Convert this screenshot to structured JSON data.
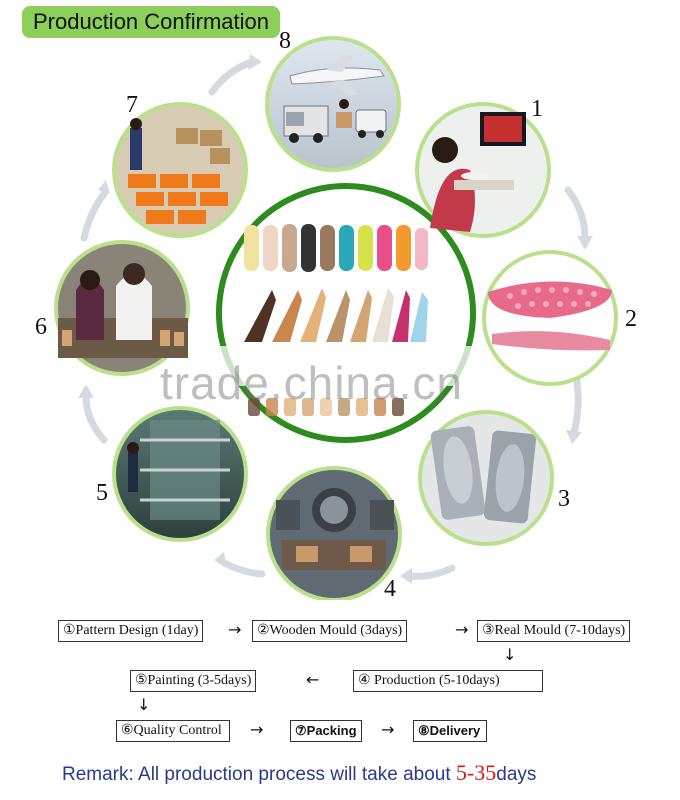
{
  "title": "Production Confirmation",
  "watermark": "trade.china.cn",
  "step_numbers": [
    "1",
    "2",
    "3",
    "4",
    "5",
    "6",
    "7",
    "8"
  ],
  "steps": [
    {
      "label": "①Pattern Design (1day)"
    },
    {
      "label": "②Wooden Mould  (3days)"
    },
    {
      "label": "③Real Mould  (7-10days)"
    },
    {
      "label": "④ Production (5-10days)"
    },
    {
      "label": "⑤Painting (3-5days)"
    },
    {
      "label": "⑥Quality Control"
    },
    {
      "label": "⑦Packing"
    },
    {
      "label": "⑧Delivery"
    }
  ],
  "arrows": {
    "right": "→",
    "left": "←",
    "down": "↓"
  },
  "remark": {
    "text": "Remark: All production process will take about",
    "range": "5-35",
    "unit": "days"
  },
  "colors": {
    "accent_green": "#8ccf5a",
    "ring_green": "#b9e08c",
    "center_ring": "#2e8b1e",
    "remark_blue": "#2a3a8c",
    "remark_red": "#d41818"
  }
}
